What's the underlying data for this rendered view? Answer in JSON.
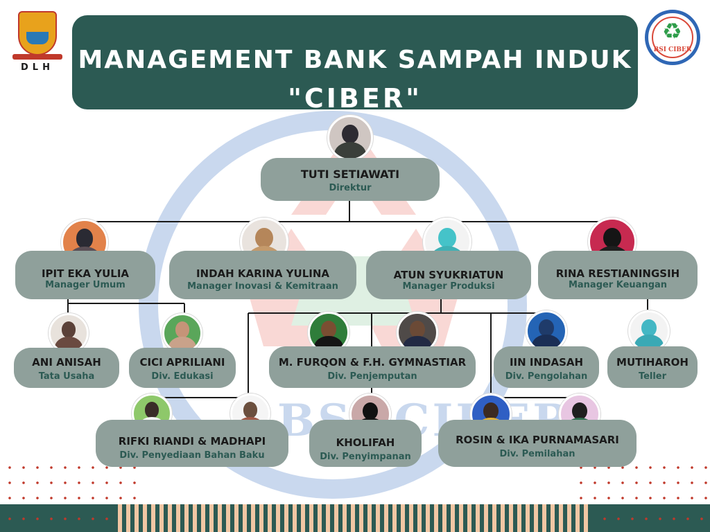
{
  "header": {
    "title_line1": "MANAGEMENT BANK SAMPAH INDUK",
    "title_line2": "\"CIBER\""
  },
  "logos": {
    "left_text": "DLH",
    "right_text": "BSI CIBER",
    "right_icon": "recycle-icon"
  },
  "watermark": {
    "text": "BSI CIBER"
  },
  "colors": {
    "primary": "#2c5a53",
    "pill": "#8fa09b",
    "role_text": "#2c5a53",
    "accent_dots": "#c0392b",
    "stripe": "#f1c7a4"
  },
  "director": {
    "name": "TUTI SETIAWATI",
    "role": "Direktur"
  },
  "managers": [
    {
      "name": "IPIT EKA YULIA",
      "role": "Manager Umum"
    },
    {
      "name": "INDAH KARINA YULINA",
      "role": "Manager Inovasi & Kemitraan"
    },
    {
      "name": "ATUN SYUKRIATUN",
      "role": "Manager Produksi"
    },
    {
      "name": "RINA RESTIANINGSIH",
      "role": "Manager Keuangan"
    }
  ],
  "staff": {
    "ani": {
      "name": "ANI ANISAH",
      "role": "Tata Usaha"
    },
    "cici": {
      "name": "CICI APRILIANI",
      "role": "Div. Edukasi"
    },
    "furqon": {
      "name": "M. FURQON & F.H. GYMNASTIAR",
      "role": "Div. Penjemputan"
    },
    "iin": {
      "name": "IIN INDASAH",
      "role": "Div. Pengolahan"
    },
    "muti": {
      "name": "MUTIHAROH",
      "role": "Teller"
    },
    "rifki": {
      "name": "RIFKI RIANDI & MADHAPI",
      "role": "Div. Penyediaan Bahan Baku"
    },
    "kholifah": {
      "name": "KHOLIFAH",
      "role": "Div. Penyimpanan"
    },
    "rosin": {
      "name": "ROSIN & IKA PURNAMASARI",
      "role": "Div. Pemilahan"
    }
  }
}
